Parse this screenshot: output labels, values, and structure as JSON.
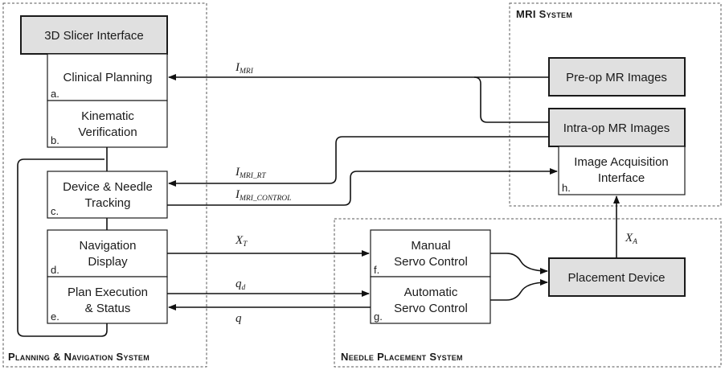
{
  "groups": {
    "planning": "Planning & Navigation System",
    "needle": "Needle Placement System",
    "mri": "MRI System"
  },
  "planning_boxes": {
    "slicer": "3D Slicer Interface",
    "clinical_planning": {
      "text": "Clinical Planning",
      "letter": "a."
    },
    "kinematic_verification": {
      "line1": "Kinematic",
      "line2": "Verification",
      "letter": "b."
    },
    "device_tracking": {
      "line1": "Device & Needle",
      "line2": "Tracking",
      "letter": "c."
    },
    "navigation_display": {
      "line1": "Navigation",
      "line2": "Display",
      "letter": "d."
    },
    "plan_execution": {
      "line1": "Plan Execution",
      "line2": "& Status",
      "letter": "e."
    }
  },
  "needle_boxes": {
    "manual_servo": {
      "line1": "Manual",
      "line2": "Servo Control",
      "letter": "f."
    },
    "automatic_servo": {
      "line1": "Automatic",
      "line2": "Servo Control",
      "letter": "g."
    },
    "placement_device": "Placement Device"
  },
  "mri_boxes": {
    "preop_images": "Pre-op MR Images",
    "intraop_images": "Intra-op MR Images",
    "image_acquisition": {
      "line1": "Image Acquisition",
      "line2": "Interface",
      "letter": "h."
    }
  },
  "signals": {
    "i_mri": {
      "base": "I",
      "sub": "MRI"
    },
    "i_mri_rt": {
      "base": "I",
      "sub": "MRI_RT"
    },
    "i_mri_control": {
      "base": "I",
      "sub": "MRI_CONTROL"
    },
    "x_t": {
      "base": "X",
      "sub": "T"
    },
    "q_d": {
      "base": "q",
      "sub": "d"
    },
    "q": {
      "base": "q"
    },
    "x_a": {
      "base": "X",
      "sub": "A"
    }
  }
}
